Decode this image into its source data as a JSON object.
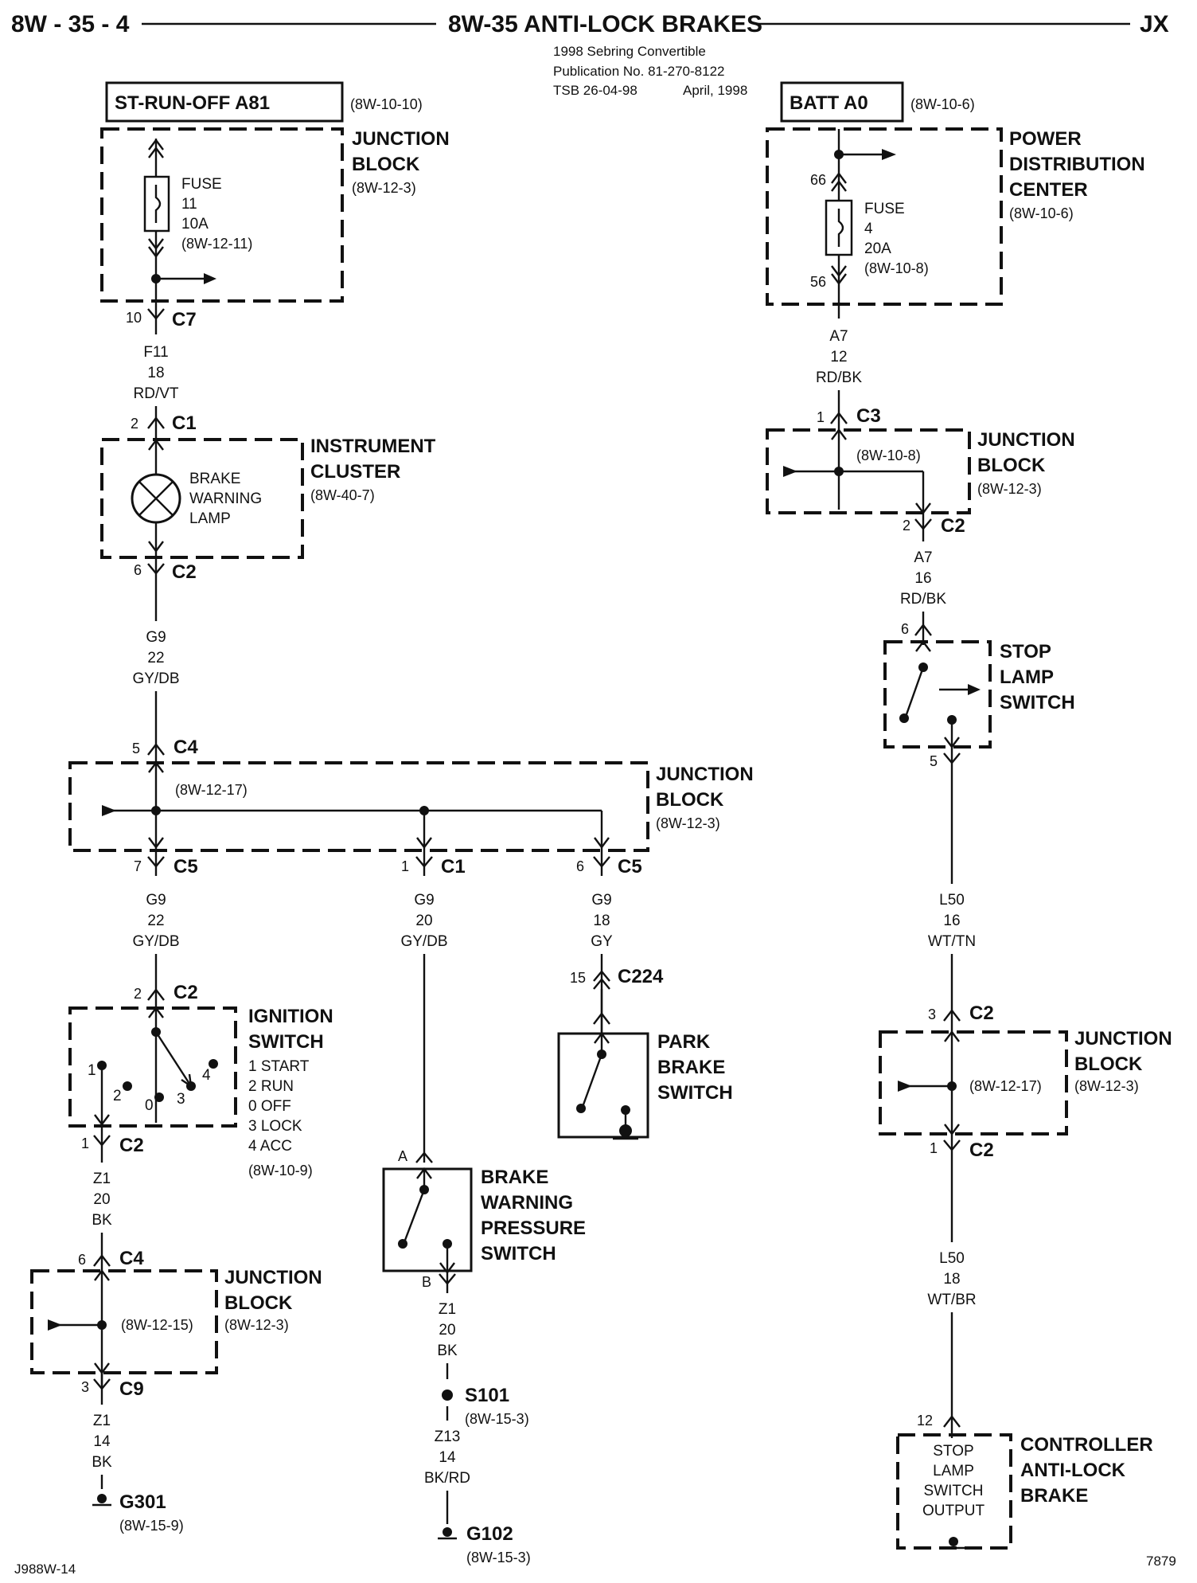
{
  "header": {
    "page_left": "8W - 35 - 4",
    "title": "8W-35 ANTI-LOCK BRAKES",
    "page_right": "JX",
    "pub_lines": [
      "1998 Sebring Convertible",
      "Publication No. 81-270-8122",
      "TSB 26-04-98",
      "April, 1998"
    ]
  },
  "footer": {
    "left_code": "J988W-14",
    "right_code": "7879"
  },
  "left_column": {
    "source_box": "ST-RUN-OFF A81",
    "source_ref": "(8W-10-10)",
    "jb1": {
      "title_lines": [
        "JUNCTION",
        "BLOCK"
      ],
      "ref": "(8W-12-3)",
      "fuse_lines": [
        "FUSE",
        "11",
        "10A",
        "(8W-12-11)"
      ]
    },
    "c7": {
      "pin": "10",
      "name": "C7"
    },
    "wire1": [
      "F11",
      "18",
      "RD/VT"
    ],
    "ic_c1": {
      "pin": "2",
      "name": "C1"
    },
    "ic": {
      "title_lines": [
        "INSTRUMENT",
        "CLUSTER"
      ],
      "ref": "(8W-40-7)",
      "lamp_lines": [
        "BRAKE",
        "WARNING",
        "LAMP"
      ]
    },
    "ic_c2": {
      "pin": "6",
      "name": "C2"
    },
    "wire2": [
      "G9",
      "22",
      "GY/DB"
    ],
    "jb2_c4": {
      "pin": "5",
      "name": "C4"
    },
    "jb2": {
      "title_lines": [
        "JUNCTION",
        "BLOCK"
      ],
      "ref": "(8W-12-3)",
      "splice_ref": "(8W-12-17)"
    },
    "jb2_c5a": {
      "pin": "7",
      "name": "C5"
    },
    "jb2_c1": {
      "pin": "1",
      "name": "C1"
    },
    "jb2_c5b": {
      "pin": "6",
      "name": "C5"
    },
    "wire3": [
      "G9",
      "22",
      "GY/DB"
    ],
    "wire4": [
      "G9",
      "20",
      "GY/DB"
    ],
    "wire5": [
      "G9",
      "18",
      "GY"
    ],
    "ign_c2_top": {
      "pin": "2",
      "name": "C2"
    },
    "ign": {
      "title_lines": [
        "IGNITION",
        "SWITCH"
      ],
      "positions": [
        "1 START",
        "2 RUN",
        "0 OFF",
        "3 LOCK",
        "4 ACC"
      ],
      "ref": "(8W-10-9)",
      "contact_nums": [
        "1",
        "2",
        "0",
        "3",
        "4"
      ]
    },
    "ign_c2_bot": {
      "pin": "1",
      "name": "C2"
    },
    "wire6": [
      "Z1",
      "20",
      "BK"
    ],
    "jb3_c4": {
      "pin": "6",
      "name": "C4"
    },
    "jb3": {
      "title_lines": [
        "JUNCTION",
        "BLOCK"
      ],
      "ref": "(8W-12-3)",
      "splice_ref": "(8W-12-15)"
    },
    "jb3_c9": {
      "pin": "3",
      "name": "C9"
    },
    "wire7": [
      "Z1",
      "14",
      "BK"
    ],
    "g301": {
      "name": "G301",
      "ref": "(8W-15-9)"
    },
    "c224": {
      "pin": "15",
      "name": "C224"
    },
    "park": {
      "title_lines": [
        "PARK",
        "BRAKE",
        "SWITCH"
      ]
    },
    "bwps_a": "A",
    "bwps": {
      "title_lines": [
        "BRAKE",
        "WARNING",
        "PRESSURE",
        "SWITCH"
      ]
    },
    "bwps_b": "B",
    "wire8": [
      "Z1",
      "20",
      "BK"
    ],
    "s101": {
      "name": "S101",
      "ref": "(8W-15-3)"
    },
    "wire9": [
      "Z13",
      "14",
      "BK/RD"
    ],
    "g102": {
      "name": "G102",
      "ref": "(8W-15-3)"
    }
  },
  "right_column": {
    "source_box": "BATT A0",
    "source_ref": "(8W-10-6)",
    "pdc": {
      "title_lines": [
        "POWER",
        "DISTRIBUTION",
        "CENTER"
      ],
      "ref": "(8W-10-6)",
      "fuse_lines": [
        "FUSE",
        "4",
        "20A",
        "(8W-10-8)"
      ],
      "pin_top": "66",
      "pin_bottom": "56"
    },
    "wire1": [
      "A7",
      "12",
      "RD/BK"
    ],
    "jb_c3": {
      "pin": "1",
      "name": "C3"
    },
    "jb": {
      "title_lines": [
        "JUNCTION",
        "BLOCK"
      ],
      "ref": "(8W-12-3)",
      "splice_ref": "(8W-10-8)"
    },
    "jb_c2": {
      "pin": "2",
      "name": "C2"
    },
    "wire2": [
      "A7",
      "16",
      "RD/BK"
    ],
    "sls_pin_top": "6",
    "sls": {
      "title_lines": [
        "STOP",
        "LAMP",
        "SWITCH"
      ]
    },
    "sls_pin_bottom": "5",
    "wire3": [
      "L50",
      "16",
      "WT/TN"
    ],
    "jb2_c2_top": {
      "pin": "3",
      "name": "C2"
    },
    "jb2": {
      "title_lines": [
        "JUNCTION",
        "BLOCK"
      ],
      "ref": "(8W-12-3)",
      "splice_ref": "(8W-12-17)"
    },
    "jb2_c2_bot": {
      "pin": "1",
      "name": "C2"
    },
    "wire4": [
      "L50",
      "18",
      "WT/BR"
    ],
    "cab_pin": "12",
    "cab": {
      "title_lines": [
        "CONTROLLER",
        "ANTI-LOCK",
        "BRAKE"
      ],
      "inner_lines": [
        "STOP",
        "LAMP",
        "SWITCH",
        "OUTPUT"
      ]
    }
  }
}
